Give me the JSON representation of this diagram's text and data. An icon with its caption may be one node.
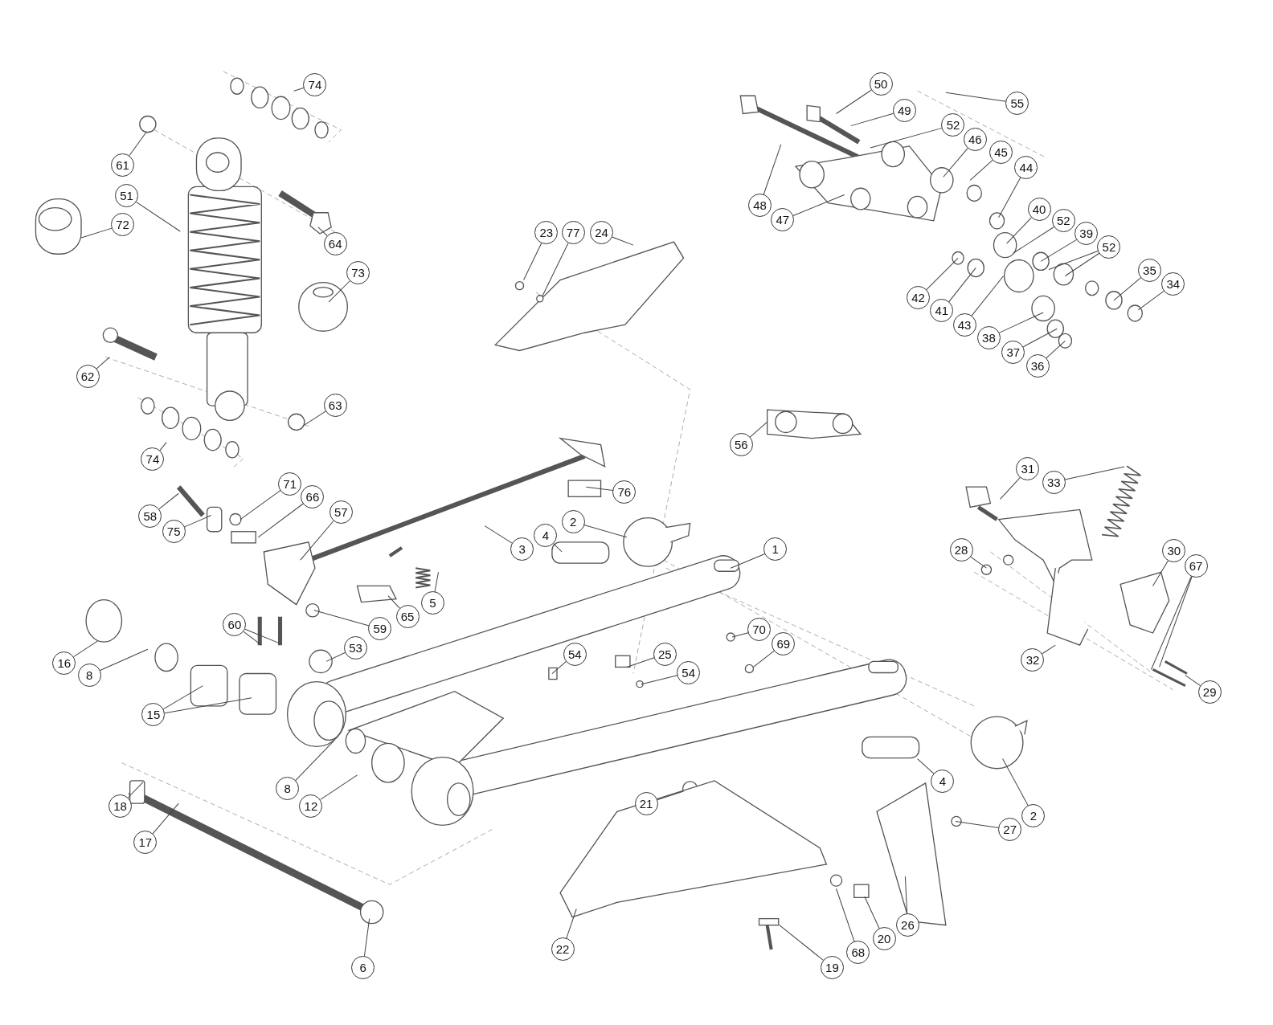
{
  "diagram": {
    "nodes": [
      {
        "text": [
          "74"
        ]
      },
      {
        "text": [
          "50"
        ]
      },
      {
        "text": [
          "55"
        ]
      },
      {
        "text": [
          "49"
        ]
      },
      {
        "text": [
          "52"
        ]
      },
      {
        "text": [
          "46"
        ]
      },
      {
        "text": [
          "61"
        ]
      },
      {
        "text": [
          "45"
        ]
      },
      {
        "text": [
          "44"
        ]
      },
      {
        "text": [
          "51"
        ]
      },
      {
        "text": [
          "48"
        ]
      },
      {
        "text": [
          "40"
        ]
      },
      {
        "text": [
          "47"
        ]
      },
      {
        "text": [
          "52"
        ]
      },
      {
        "text": [
          "72"
        ]
      },
      {
        "text": [
          "23"
        ]
      },
      {
        "text": [
          "77"
        ]
      },
      {
        "text": [
          "24"
        ]
      },
      {
        "text": [
          "39"
        ]
      },
      {
        "text": [
          "64"
        ]
      },
      {
        "text": [
          "52"
        ]
      },
      {
        "text": [
          "35"
        ]
      },
      {
        "text": [
          "73"
        ]
      },
      {
        "text": [
          "34"
        ]
      },
      {
        "text": [
          "42"
        ]
      },
      {
        "text": [
          "41"
        ]
      },
      {
        "text": [
          "43"
        ]
      },
      {
        "text": [
          "38"
        ]
      },
      {
        "text": [
          "37"
        ]
      },
      {
        "text": [
          "36"
        ]
      },
      {
        "text": [
          "62"
        ]
      },
      {
        "text": [
          "63"
        ]
      },
      {
        "text": [
          "56"
        ]
      },
      {
        "text": [
          "74"
        ]
      },
      {
        "text": [
          "31"
        ]
      },
      {
        "text": [
          "33"
        ]
      },
      {
        "text": [
          "71"
        ]
      },
      {
        "text": [
          "76"
        ]
      },
      {
        "text": [
          "66"
        ]
      },
      {
        "text": [
          "57"
        ]
      },
      {
        "text": [
          "58"
        ]
      },
      {
        "text": [
          "2"
        ]
      },
      {
        "text": [
          "75"
        ]
      },
      {
        "text": [
          "4"
        ]
      },
      {
        "text": [
          "3"
        ]
      },
      {
        "text": [
          "1"
        ]
      },
      {
        "text": [
          "28"
        ]
      },
      {
        "text": [
          "30"
        ]
      },
      {
        "text": [
          "67"
        ]
      },
      {
        "text": [
          "5"
        ]
      },
      {
        "text": [
          "65"
        ]
      },
      {
        "text": [
          "60"
        ]
      },
      {
        "text": [
          "59"
        ]
      },
      {
        "text": [
          "70"
        ]
      },
      {
        "text": [
          "69"
        ]
      },
      {
        "text": [
          "53"
        ]
      },
      {
        "text": [
          "25"
        ]
      },
      {
        "text": [
          "54"
        ]
      },
      {
        "text": [
          "32"
        ]
      },
      {
        "text": [
          "16"
        ]
      },
      {
        "text": [
          "54"
        ]
      },
      {
        "text": [
          "8"
        ]
      },
      {
        "text": [
          "29"
        ]
      },
      {
        "text": [
          "15"
        ]
      },
      {
        "text": [
          "4"
        ]
      },
      {
        "text": [
          "8"
        ]
      },
      {
        "text": [
          "21"
        ]
      },
      {
        "text": [
          "12"
        ]
      },
      {
        "text": [
          "18"
        ]
      },
      {
        "text": [
          "2"
        ]
      },
      {
        "text": [
          "27"
        ]
      },
      {
        "text": [
          "17"
        ]
      },
      {
        "text": [
          "26"
        ]
      },
      {
        "text": [
          "20"
        ]
      },
      {
        "text": [
          "22"
        ]
      },
      {
        "text": [
          "68"
        ]
      },
      {
        "text": [
          "6"
        ]
      },
      {
        "text": [
          "19"
        ]
      }
    ],
    "edges": [
      {
        "from": 0,
        "to": null,
        "arrow": "none"
      },
      {
        "from": 1,
        "to": null,
        "arrow": "none"
      },
      {
        "from": 2,
        "to": null,
        "arrow": "none"
      },
      {
        "from": 3,
        "to": null,
        "arrow": "none"
      },
      {
        "from": 4,
        "to": null,
        "arrow": "none"
      },
      {
        "from": 5,
        "to": null,
        "arrow": "none"
      },
      {
        "from": 6,
        "to": null,
        "arrow": "none"
      },
      {
        "from": 7,
        "to": null,
        "arrow": "none"
      },
      {
        "from": 8,
        "to": null,
        "arrow": "none"
      },
      {
        "from": 9,
        "to": null,
        "arrow": "none"
      },
      {
        "from": 10,
        "to": null,
        "arrow": "none"
      },
      {
        "from": 11,
        "to": null,
        "arrow": "none"
      },
      {
        "from": 12,
        "to": null,
        "arrow": "none"
      },
      {
        "from": 13,
        "to": null,
        "arrow": "none"
      },
      {
        "from": 14,
        "to": null,
        "arrow": "none"
      },
      {
        "from": 15,
        "to": null,
        "arrow": "none"
      },
      {
        "from": 16,
        "to": null,
        "arrow": "none"
      },
      {
        "from": 17,
        "to": null,
        "arrow": "none"
      },
      {
        "from": 18,
        "to": null,
        "arrow": "none"
      },
      {
        "from": 19,
        "to": null,
        "arrow": "none"
      },
      {
        "from": 20,
        "to": null,
        "arrow": "none"
      },
      {
        "from": 20,
        "to": null,
        "arrow": "none"
      },
      {
        "from": 21,
        "to": null,
        "arrow": "none"
      },
      {
        "from": 22,
        "to": null,
        "arrow": "none"
      },
      {
        "from": 23,
        "to": null,
        "arrow": "none"
      },
      {
        "from": 24,
        "to": null,
        "arrow": "none"
      },
      {
        "from": 25,
        "to": null,
        "arrow": "none"
      },
      {
        "from": 26,
        "to": null,
        "arrow": "none"
      },
      {
        "from": 27,
        "to": null,
        "arrow": "none"
      },
      {
        "from": 28,
        "to": null,
        "arrow": "none"
      },
      {
        "from": 29,
        "to": null,
        "arrow": "none"
      },
      {
        "from": 30,
        "to": null,
        "arrow": "none"
      },
      {
        "from": 31,
        "to": null,
        "arrow": "none"
      },
      {
        "from": 32,
        "to": null,
        "arrow": "none"
      },
      {
        "from": 33,
        "to": null,
        "arrow": "none"
      },
      {
        "from": 34,
        "to": null,
        "arrow": "none"
      },
      {
        "from": 35,
        "to": null,
        "arrow": "none"
      },
      {
        "from": 36,
        "to": null,
        "arrow": "none"
      },
      {
        "from": 37,
        "to": null,
        "arrow": "none"
      },
      {
        "from": 38,
        "to": null,
        "arrow": "none"
      },
      {
        "from": 39,
        "to": null,
        "arrow": "none"
      },
      {
        "from": 40,
        "to": null,
        "arrow": "none"
      },
      {
        "from": 41,
        "to": null,
        "arrow": "none"
      },
      {
        "from": 42,
        "to": null,
        "arrow": "none"
      },
      {
        "from": 43,
        "to": null,
        "arrow": "none"
      },
      {
        "from": 44,
        "to": null,
        "arrow": "none"
      },
      {
        "from": 45,
        "to": null,
        "arrow": "none"
      },
      {
        "from": 46,
        "to": null,
        "arrow": "none"
      },
      {
        "from": 47,
        "to": null,
        "arrow": "none"
      },
      {
        "from": 48,
        "to": null,
        "arrow": "none"
      },
      {
        "from": 48,
        "to": null,
        "arrow": "none"
      },
      {
        "from": 49,
        "to": null,
        "arrow": "none"
      },
      {
        "from": 50,
        "to": null,
        "arrow": "none"
      },
      {
        "from": 51,
        "to": null,
        "arrow": "none"
      },
      {
        "from": 51,
        "to": null,
        "arrow": "none"
      },
      {
        "from": 52,
        "to": null,
        "arrow": "none"
      },
      {
        "from": 53,
        "to": null,
        "arrow": "none"
      },
      {
        "from": 54,
        "to": null,
        "arrow": "none"
      },
      {
        "from": 55,
        "to": null,
        "arrow": "none"
      },
      {
        "from": 56,
        "to": null,
        "arrow": "none"
      },
      {
        "from": 57,
        "to": null,
        "arrow": "none"
      },
      {
        "from": 58,
        "to": null,
        "arrow": "none"
      },
      {
        "from": 59,
        "to": null,
        "arrow": "none"
      },
      {
        "from": 60,
        "to": null,
        "arrow": "none"
      },
      {
        "from": 61,
        "to": null,
        "arrow": "none"
      },
      {
        "from": 62,
        "to": null,
        "arrow": "none"
      },
      {
        "from": 63,
        "to": null,
        "arrow": "none"
      },
      {
        "from": 63,
        "to": null,
        "arrow": "none"
      },
      {
        "from": 64,
        "to": null,
        "arrow": "none"
      },
      {
        "from": 65,
        "to": null,
        "arrow": "none"
      },
      {
        "from": 66,
        "to": null,
        "arrow": "none"
      },
      {
        "from": 67,
        "to": null,
        "arrow": "none"
      },
      {
        "from": 68,
        "to": null,
        "arrow": "none"
      },
      {
        "from": 69,
        "to": null,
        "arrow": "none"
      },
      {
        "from": 70,
        "to": null,
        "arrow": "none"
      },
      {
        "from": 71,
        "to": null,
        "arrow": "none"
      },
      {
        "from": 72,
        "to": null,
        "arrow": "none"
      },
      {
        "from": 73,
        "to": null,
        "arrow": "none"
      },
      {
        "from": 74,
        "to": null,
        "arrow": "none"
      },
      {
        "from": 75,
        "to": null,
        "arrow": "none"
      },
      {
        "from": 76,
        "to": null,
        "arrow": "none"
      },
      {
        "from": 77,
        "to": null,
        "arrow": "none"
      }
    ]
  }
}
